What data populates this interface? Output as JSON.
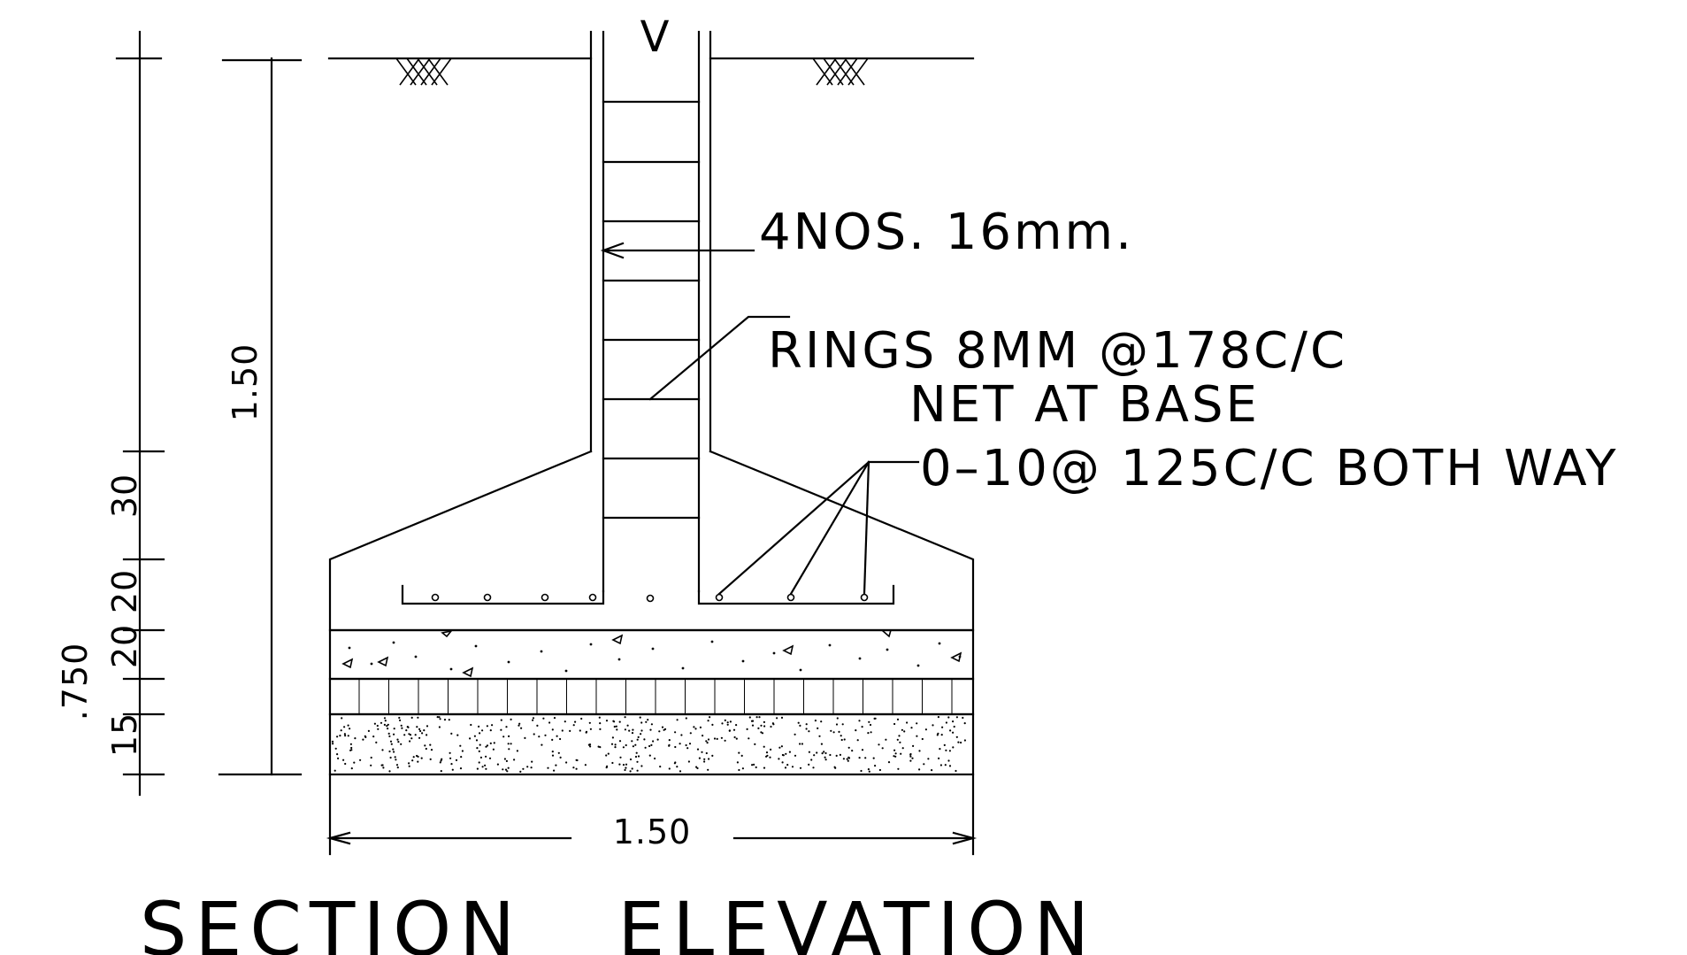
{
  "drawing": {
    "title": "SECTION   ELEVATION",
    "column_mark": "V",
    "annotations": {
      "main_bars": "4NOS. 16mm.",
      "rings": "RINGS 8MM @178C/C",
      "net_line1": "NET AT BASE",
      "net_line2": "0–10@ 125C/C BOTH WAY"
    },
    "dimensions": {
      "height_total": "1.50",
      "width_base": "1.50",
      "depth_total": ".750",
      "d30": "30",
      "d20a": "20",
      "d20b": "20",
      "d15": "15"
    },
    "colors": {
      "line": "#000000",
      "background": "#ffffff"
    }
  }
}
